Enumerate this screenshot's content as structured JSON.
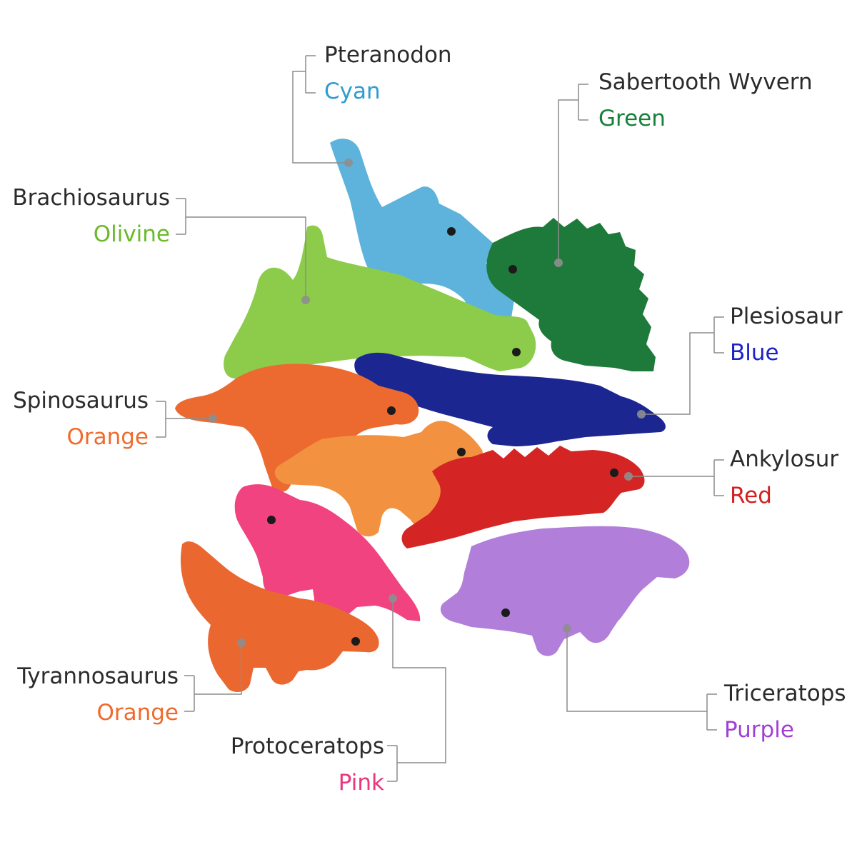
{
  "labels": [
    {
      "id": "pteranodon",
      "name": "Pteranodon",
      "color_name": "Cyan",
      "color": "#2f9ccf"
    },
    {
      "id": "sabertooth",
      "name": "Sabertooth Wyvern",
      "color_name": "Green",
      "color": "#17803a"
    },
    {
      "id": "brachiosaurus",
      "name": "Brachiosaurus",
      "color_name": "Olivine",
      "color": "#6aba2a"
    },
    {
      "id": "plesiosaur",
      "name": "Plesiosaur",
      "color_name": "Blue",
      "color": "#1b22c8"
    },
    {
      "id": "spinosaurus",
      "name": "Spinosaurus",
      "color_name": "Orange",
      "color": "#ef6a2c"
    },
    {
      "id": "ankylosur",
      "name": "Ankylosur",
      "color_name": "Red",
      "color": "#d41f1f"
    },
    {
      "id": "tyrannosaurus",
      "name": "Tyrannosaurus",
      "color_name": "Orange",
      "color": "#ef6a2c"
    },
    {
      "id": "triceratops",
      "name": "Triceratops",
      "color_name": "Purple",
      "color": "#a03fd6"
    },
    {
      "id": "protoceratops",
      "name": "Protoceratops",
      "color_name": "Pink",
      "color": "#e9367f"
    }
  ],
  "pieces": {
    "cyan": "#5db3dc",
    "green": "#1e7a3a",
    "olivine": "#8ccc4a",
    "blue": "#1c2690",
    "orange": "#ec6a30",
    "light_orange": "#f2913f",
    "red": "#d42424",
    "pink": "#f0437f",
    "purple": "#b17fd9",
    "tyrannosaurus_orange": "#ea6730"
  }
}
